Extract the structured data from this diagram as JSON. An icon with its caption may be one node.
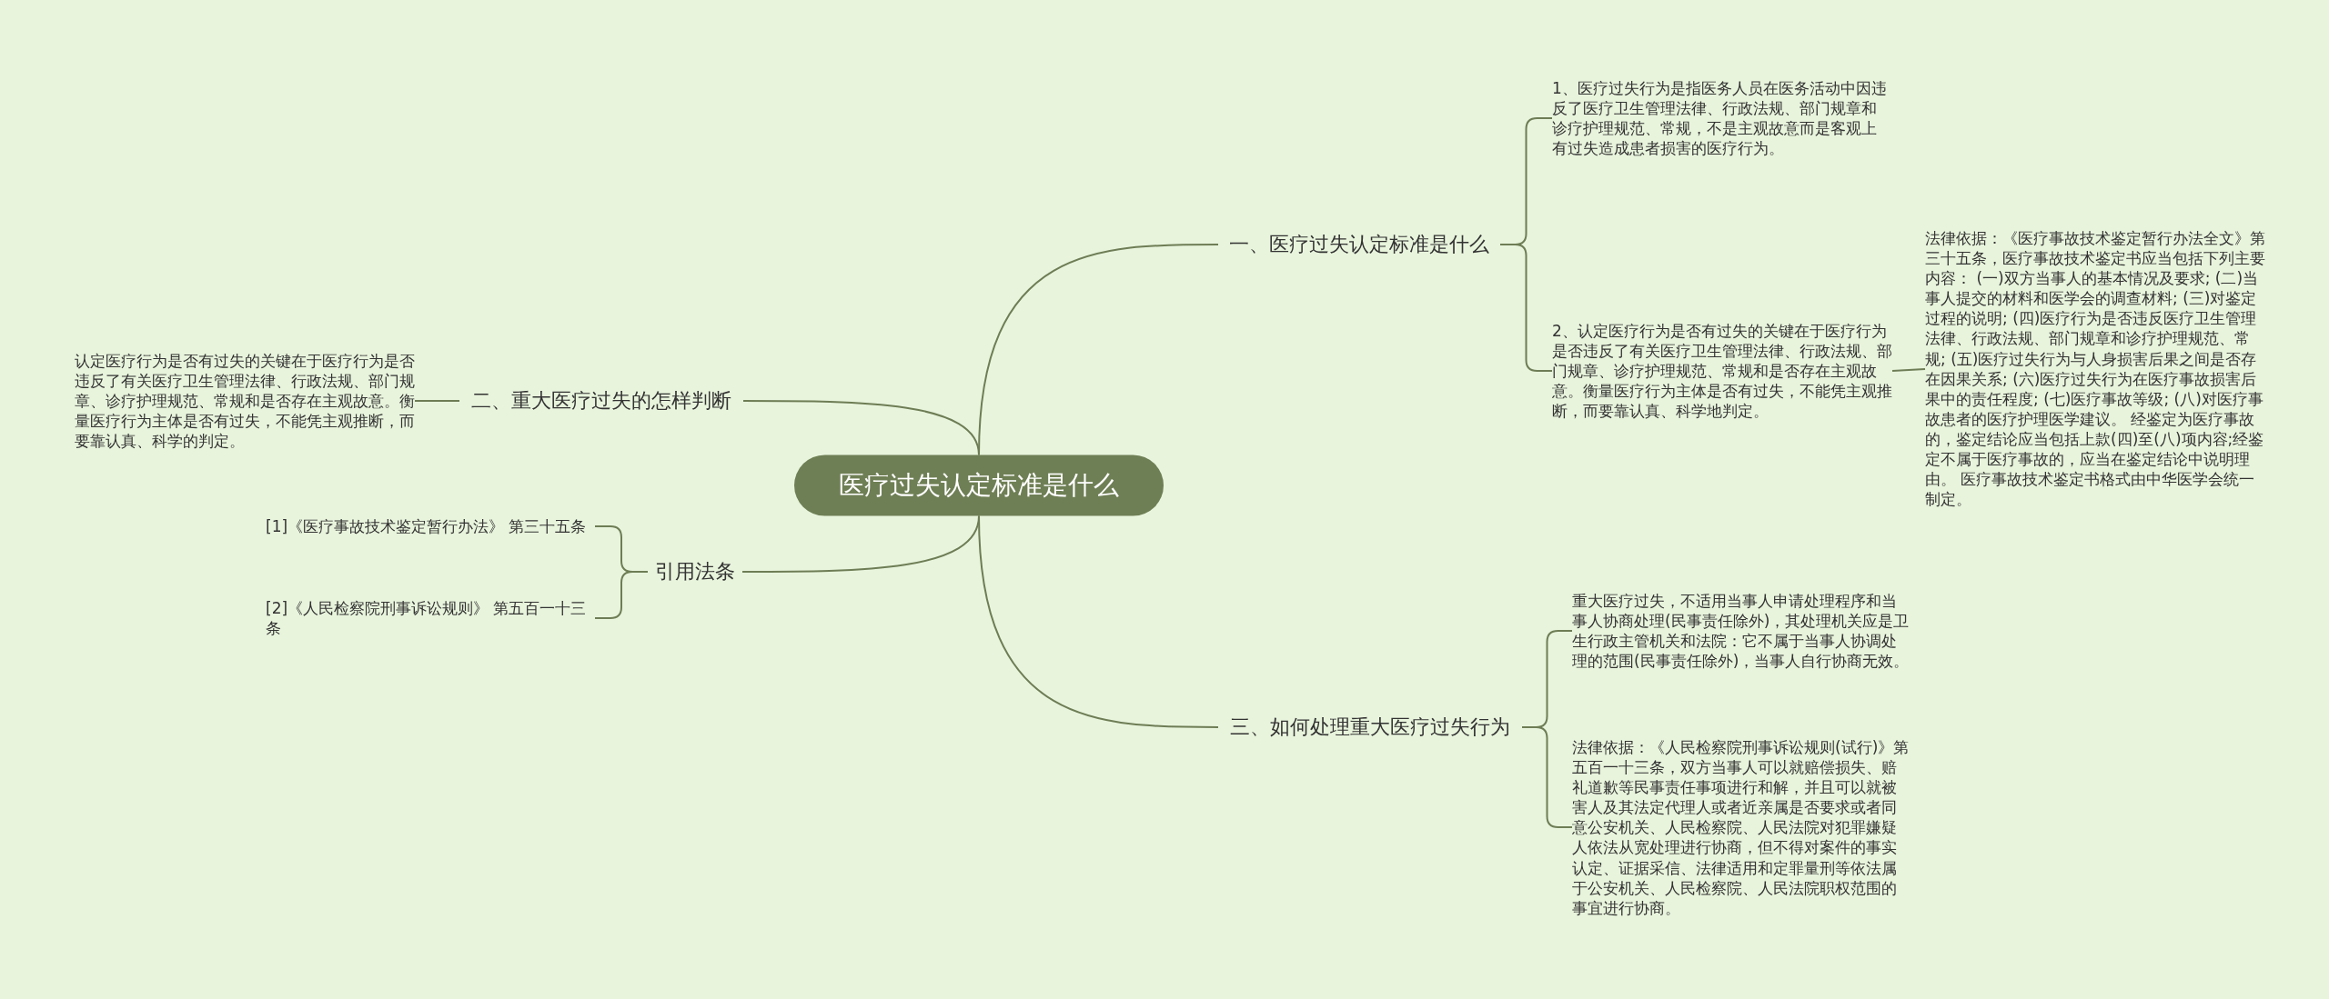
{
  "diagram": {
    "nodes": [
      {
        "text": [
          "医疗过失认定标准是什么"
        ]
      },
      {
        "text": [
          "一、医疗过失认定标准是什么"
        ]
      },
      {
        "text": [
          "1、医疗过失行为是指医务人员在医务活动中因违反了医疗卫生管理法律、行政法规、部门规章和诊疗护理规范、常规，不是主观故意而是客观上有过失造成患者损害的医疗行为。"
        ]
      },
      {
        "text": [
          "2、认定医疗行为是否有过失的关键在于医疗行为是否违反了有关医疗卫生管理法律、行政法规、部门规章、诊疗护理规范、常规和是否存在主观故意。衡量医疗行为主体是否有过失，不能凭主观推断，而要靠认真、科学地判定。"
        ]
      },
      {
        "text": [
          "法律依据：《医疗事故技术鉴定暂行办法全文》第三十五条，医疗事故技术鉴定书应当包括下列主要内容： (一)双方当事人的基本情况及要求; (二)当事人提交的材料和医学会的调查材料; (三)对鉴定过程的说明; (四)医疗行为是否违反医疗卫生管理法律、行政法规、部门规章和诊疗护理规范、常规; (五)医疗过失行为与人身损害后果之间是否存在因果关系; (六)医疗过失行为在医疗事故损害后果中的责任程度; (七)医疗事故等级; (八)对医疗事故患者的医疗护理医学建议。 经鉴定为医疗事故的，鉴定结论应当包括上款(四)至(八)项内容;经鉴定不属于医疗事故的，应当在鉴定结论中说明理由。 医疗事故技术鉴定书格式由中华医学会统一制定。"
        ]
      },
      {
        "text": [
          "二、重大医疗过失的怎样判断"
        ]
      },
      {
        "text": [
          "认定医疗行为是否有过失的关键在于医疗行为是否违反了有关医疗卫生管理法律、行政法规、部门规章、诊疗护理规范、常规和是否存在主观故意。衡量医疗行为主体是否有过失，不能凭主观推断，而要靠认真、科学的判定。"
        ]
      },
      {
        "text": [
          "引用法条"
        ]
      },
      {
        "text": [
          "[1]《医疗事故技术鉴定暂行办法》 第三十五条"
        ]
      },
      {
        "text": [
          "[2]《人民检察院刑事诉讼规则》 第五百一十三条"
        ]
      },
      {
        "text": [
          "三、如何处理重大医疗过失行为"
        ]
      },
      {
        "text": [
          "重大医疗过失，不适用当事人申请处理程序和当事人协商处理(民事责任除外)，其处理机关应是卫生行政主管机关和法院：它不属于当事人协调处理的范围(民事责任除外)，当事人自行协商无效。"
        ]
      },
      {
        "text": [
          "法律依据：《人民检察院刑事诉讼规则(试行)》第五百一十三条，双方当事人可以就赔偿损失、赔礼道歉等民事责任事项进行和解，并且可以就被害人及其法定代理人或者近亲属是否要求或者同意公安机关、人民检察院、人民法院对犯罪嫌疑人依法从宽处理进行协商，但不得对案件的事实认定、证据采信、法律适用和定罪量刑等依法属于公安机关、人民检察院、人民法院职权范围的事宜进行协商。"
        ]
      }
    ],
    "edges": [
      {
        "from": 0,
        "to": 1,
        "arrow": "none"
      },
      {
        "from": 1,
        "to": 2,
        "arrow": "none"
      },
      {
        "from": 1,
        "to": 3,
        "arrow": "none"
      },
      {
        "from": 3,
        "to": 4,
        "arrow": "none"
      },
      {
        "from": 0,
        "to": 5,
        "arrow": "none"
      },
      {
        "from": 5,
        "to": 6,
        "arrow": "none"
      },
      {
        "from": 0,
        "to": 7,
        "arrow": "none"
      },
      {
        "from": 7,
        "to": 8,
        "arrow": "none"
      },
      {
        "from": 7,
        "to": 9,
        "arrow": "none"
      },
      {
        "from": 0,
        "to": 10,
        "arrow": "none"
      },
      {
        "from": 10,
        "to": 11,
        "arrow": "none"
      },
      {
        "from": 10,
        "to": 12,
        "arrow": "none"
      }
    ]
  }
}
